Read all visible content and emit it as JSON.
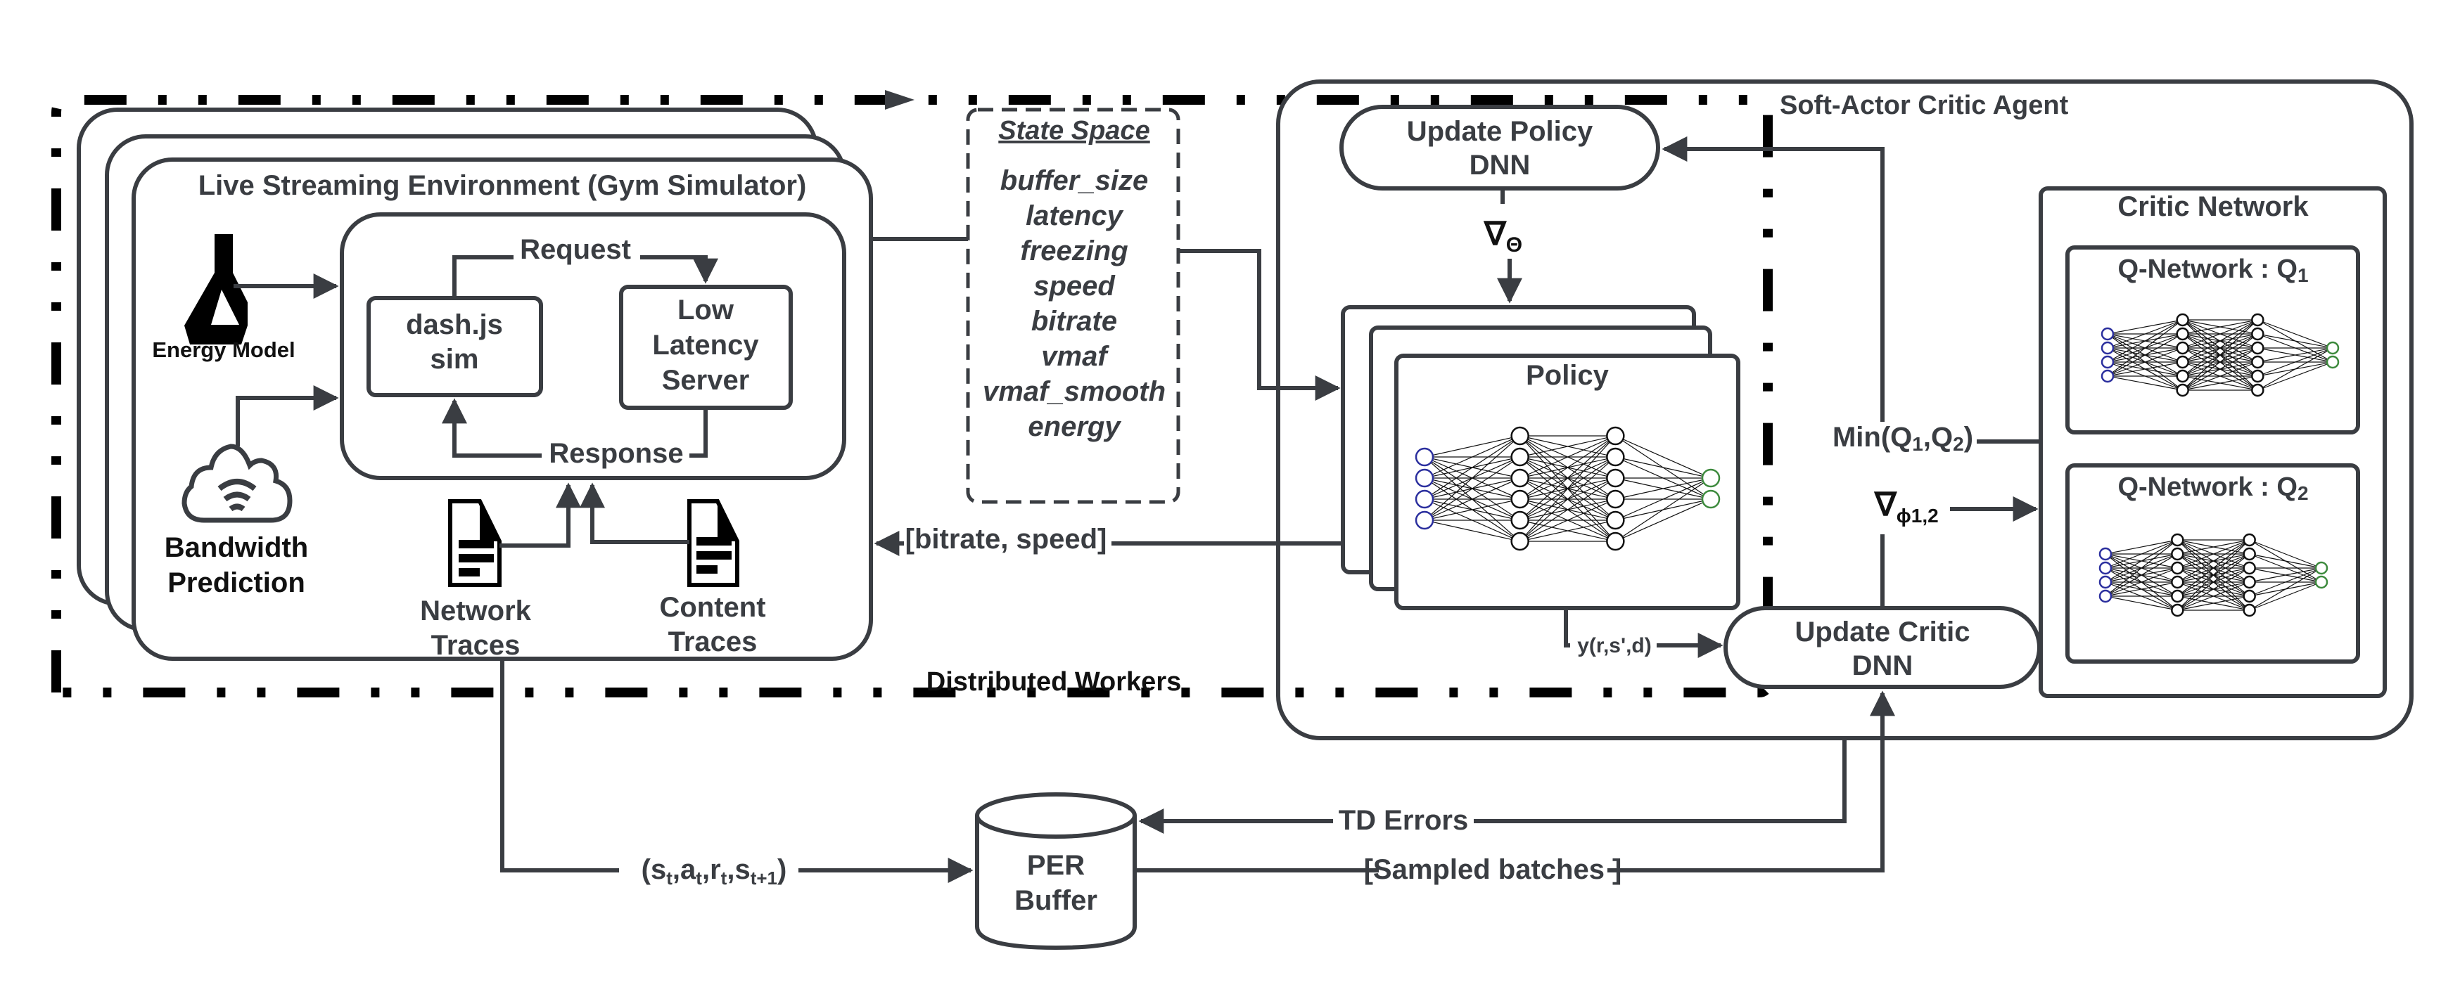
{
  "diagram": {
    "distributed_workers": {
      "label": "Distributed Workers"
    },
    "environment": {
      "title": "Live Streaming Environment (Gym Simulator)",
      "energy_model": {
        "label": "Energy Model",
        "icon": "flask-icon"
      },
      "bandwidth_prediction": {
        "line1": "Bandwidth",
        "line2": "Prediction",
        "icon": "cloud-wifi-icon"
      },
      "client": {
        "line1": "dash.js",
        "line2": "sim"
      },
      "server": {
        "line1": "Low",
        "line2": "Latency",
        "line3": "Server"
      },
      "request_label": "Request",
      "response_label": "Response",
      "network_traces": {
        "line1": "Network",
        "line2": "Traces",
        "icon": "document-icon"
      },
      "content_traces": {
        "line1": "Content",
        "line2": "Traces",
        "icon": "document-icon"
      }
    },
    "state_space": {
      "title": "State Space",
      "items": [
        "buffer_size",
        "latency",
        "freezing",
        "speed",
        "bitrate",
        "vmaf",
        "vmaf_smooth",
        "energy"
      ]
    },
    "action_label": "[bitrate, speed]",
    "agent": {
      "title": "Soft-Actor Critic Agent",
      "update_policy": {
        "line1": "Update Policy",
        "line2": "DNN"
      },
      "grad_theta": {
        "symbol": "∇",
        "sub": "Θ"
      },
      "policy": {
        "label": "Policy"
      },
      "target_label": "y(r,s',d)",
      "update_critic": {
        "line1": "Update Critic",
        "line2": "DNN"
      },
      "min_label": {
        "pre": "Min(Q",
        "s1": "1",
        "mid": ",Q",
        "s2": "2",
        "post": ")"
      },
      "grad_phi": {
        "symbol": "∇",
        "sub": "ϕ1,2"
      },
      "critic_network": {
        "title": "Critic Network",
        "q1": {
          "label": "Q-Network : Q",
          "sub": "1"
        },
        "q2": {
          "label": "Q-Network : Q",
          "sub": "2"
        }
      }
    },
    "per_buffer": {
      "line1": "PER",
      "line2": "Buffer"
    },
    "transition_label": {
      "s": "s",
      "st": "t",
      "a": "a",
      "at": "t",
      "r": "r",
      "rt": "t",
      "s2": "s",
      "s2t": "t+1"
    },
    "td_errors_label": "TD Errors",
    "sampled_batches_label": "[Sampled batches ]",
    "colors": {
      "stroke": "#3a3d42",
      "input_node": "#2b2f9e",
      "output_node": "#3d8a3d"
    },
    "networks": {
      "policy": {
        "layers": [
          4,
          6,
          6,
          2
        ]
      },
      "q1": {
        "layers": [
          4,
          6,
          6,
          2
        ]
      },
      "q2": {
        "layers": [
          4,
          6,
          6,
          2
        ]
      }
    }
  }
}
